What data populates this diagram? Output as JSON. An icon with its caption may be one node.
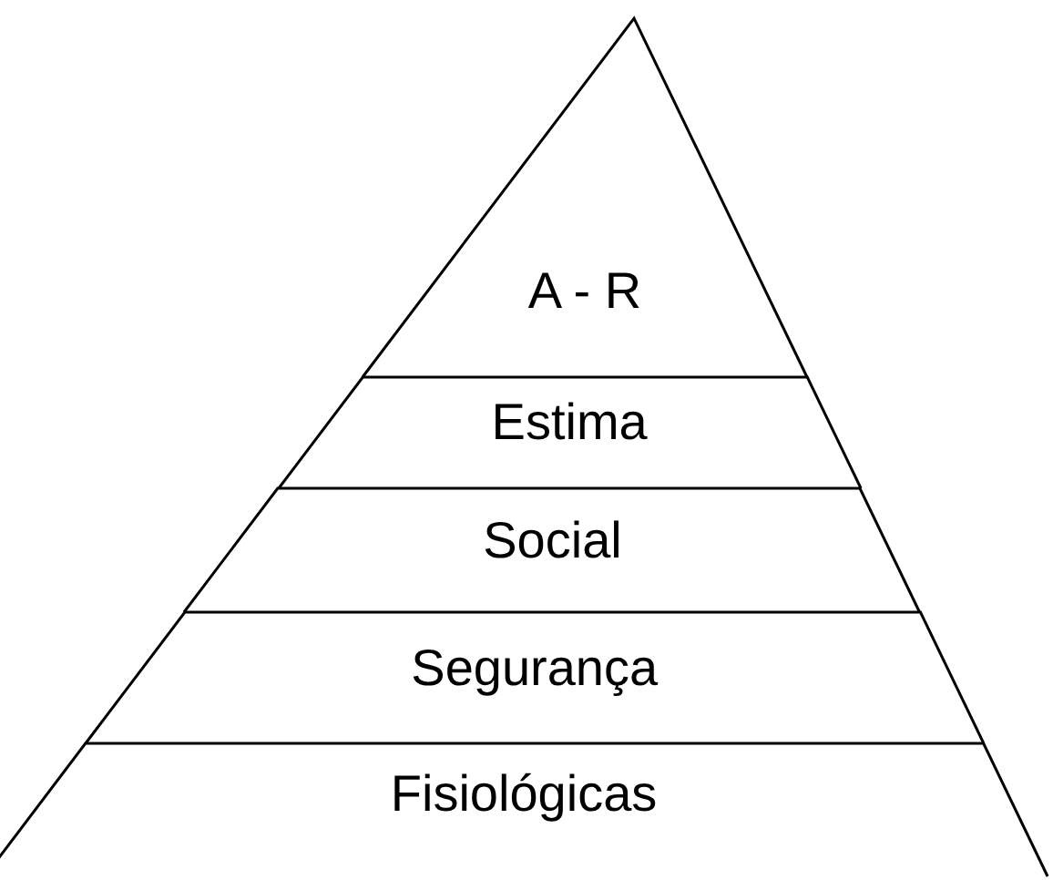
{
  "diagram": {
    "nodes": [
      {
        "text": [
          "A - R"
        ]
      },
      {
        "text": [
          "Estima"
        ]
      },
      {
        "text": [
          "Social"
        ]
      },
      {
        "text": [
          "Segurança"
        ]
      },
      {
        "text": [
          "Fisiológicas"
        ]
      }
    ]
  }
}
